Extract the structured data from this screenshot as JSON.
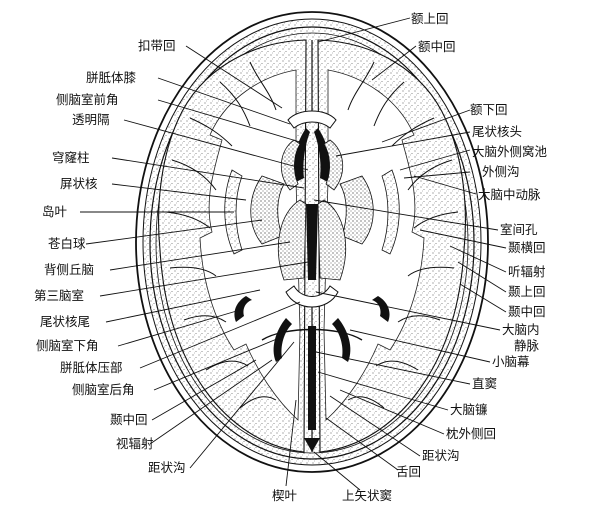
{
  "labels": {
    "e_shang_hui": "额上回",
    "kou_dai_hui": "扣带回",
    "e_zhong_hui": "额中回",
    "pian_zhi_ti_xi": "胼胝体膝",
    "ce_nao_shi_qian_jiao": "侧脑室前角",
    "tou_ming_ge": "透明隔",
    "e_xia_hui": "额下回",
    "wei_zhuang_he_tou": "尾状核头",
    "da_nao_wai_ce_wo_chi": "大脑外侧窝池",
    "qiong_long_zhu": "穹窿柱",
    "wai_ce_gou": "外侧沟",
    "ping_zhuang_he": "屏状核",
    "da_nao_zhong_dong_mai": "大脑中动脉",
    "dao_ye": "岛叶",
    "shi_jian_kong": "室间孔",
    "cang_bai_qiu": "苍白球",
    "nie_heng_hui": "颞横回",
    "bei_ce_qiu_nao": "背侧丘脑",
    "ting_fu_she": "听辐射",
    "di_san_nao_shi": "第三脑室",
    "nie_shang_hui_right": "颞上回",
    "wei_zhuang_he_wei": "尾状核尾",
    "nie_zhong_hui_right": "颞中回",
    "ce_nao_shi_xia_jiao": "侧脑室下角",
    "da_nao_nei_jing_mai_1": "大脑内",
    "da_nao_nei_jing_mai_2": "静脉",
    "pian_zhi_ti_ya_bu": "胼胝体压部",
    "xiao_nao_mu": "小脑幕",
    "ce_nao_shi_hou_jiao": "侧脑室后角",
    "zhi_dou": "直窦",
    "nie_zhong_hui_left": "颞中回",
    "da_nao_lian": "大脑镰",
    "shi_fu_she": "视辐射",
    "zhen_wai_ce_hui": "枕外侧回",
    "ju_zhuang_gou_left": "距状沟",
    "ju_zhuang_gou_right": "距状沟",
    "she_hui": "舌回",
    "xie_ye": "楔叶",
    "shang_shi_zhuang_dou": "上矢状窦"
  }
}
